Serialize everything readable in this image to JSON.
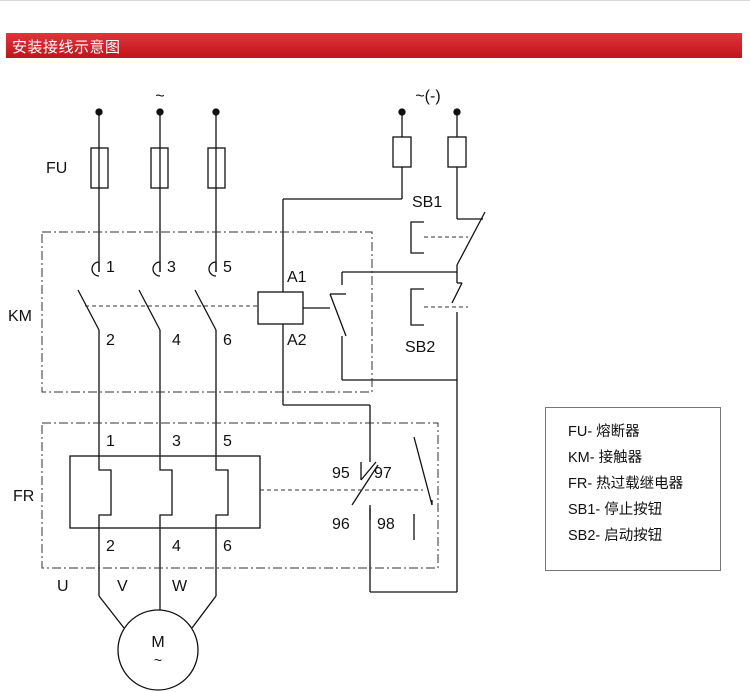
{
  "header": {
    "title": "安装接线示意图"
  },
  "diagram": {
    "labels": {
      "supply_main": "~",
      "supply_control": "~(-)",
      "fuse": "FU",
      "contactor": "KM",
      "overload_relay": "FR",
      "stop_button": "SB1",
      "start_button": "SB2",
      "coil_terminal_1": "A1",
      "coil_terminal_2": "A2",
      "km_top_terminals": [
        "1",
        "3",
        "5"
      ],
      "km_bottom_terminals": [
        "2",
        "4",
        "6"
      ],
      "fr_top_terminals": [
        "1",
        "3",
        "5"
      ],
      "fr_bottom_terminals": [
        "2",
        "4",
        "6"
      ],
      "fr_contacts": [
        "95",
        "97",
        "96",
        "98"
      ],
      "motor_phases": [
        "U",
        "V",
        "W"
      ],
      "motor": "M",
      "motor_ac": "~"
    }
  },
  "legend": {
    "items": [
      "FU- 熔断器",
      "KM- 接触器",
      "FR- 热过载继电器",
      "SB1- 停止按钮",
      "SB2- 启动按钮"
    ]
  }
}
